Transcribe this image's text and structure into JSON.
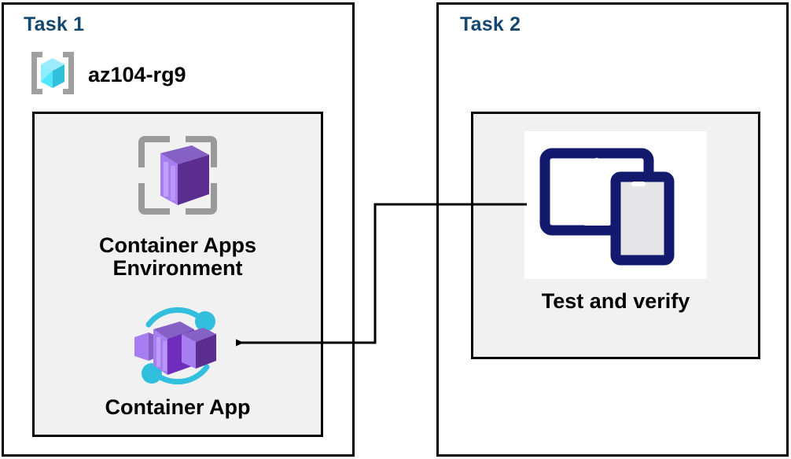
{
  "diagram": {
    "title_color": "#16476e",
    "panel_bg": "#f1f1f1",
    "border_color": "#000000",
    "accent_purple": "#6f2dbd",
    "accent_cyan": "#32bedd",
    "accent_navy": "#131a6e"
  },
  "task1": {
    "title": "Task 1",
    "resource_group": {
      "icon": "azure-resource-group-icon",
      "label": "az104-rg9"
    },
    "items": [
      {
        "icon": "container-apps-environment-icon",
        "label": "Container Apps\nEnvironment"
      },
      {
        "icon": "container-app-icon",
        "label": "Container App"
      }
    ]
  },
  "task2": {
    "title": "Task 2",
    "items": [
      {
        "icon": "devices-test-icon",
        "label": "Test and verify"
      }
    ]
  },
  "connector": {
    "from": "devices-test-icon",
    "to": "container-app-icon",
    "arrow_direction": "left",
    "style": "elbow"
  }
}
